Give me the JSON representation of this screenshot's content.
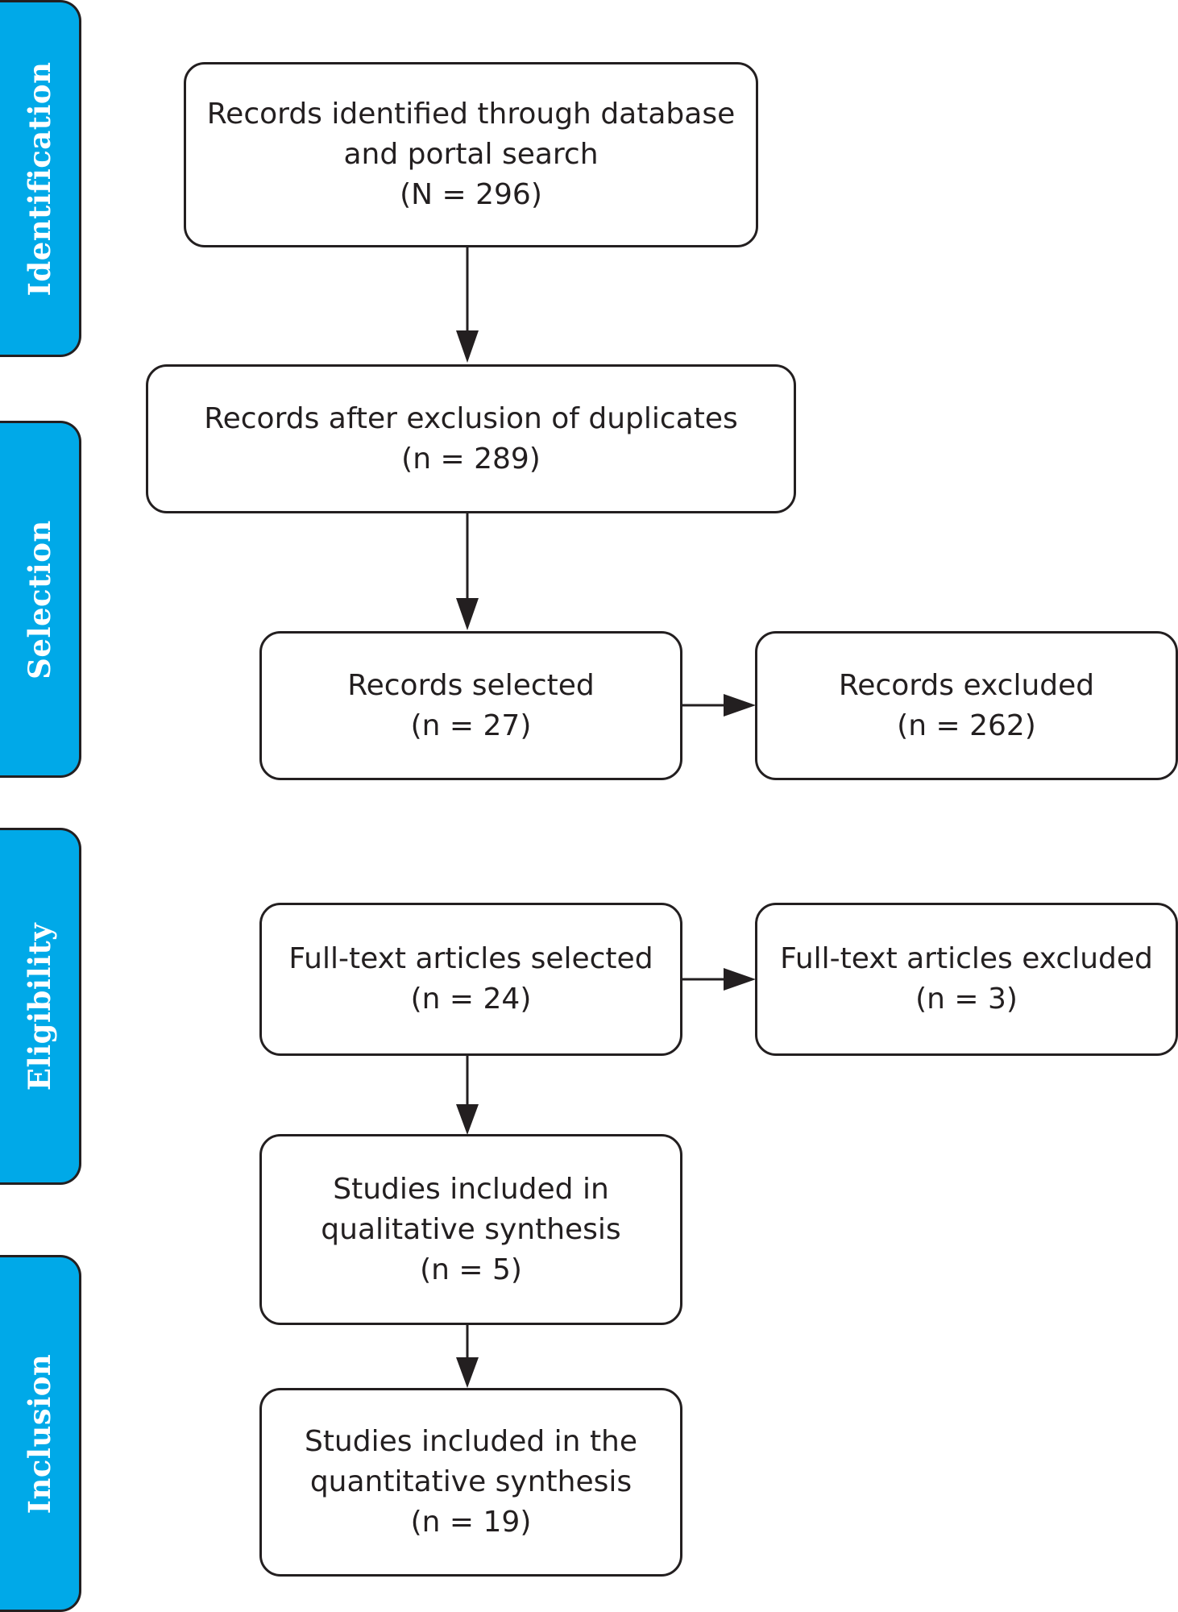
{
  "stages": {
    "identification": "Identification",
    "selection": "Selection",
    "eligibility": "Eligibility",
    "inclusion": "Inclusion"
  },
  "boxes": {
    "identified": {
      "lines": [
        "Records identified through database",
        "and portal search",
        "(N = 296)"
      ]
    },
    "after_duplicates": {
      "lines": [
        "Records after exclusion of duplicates",
        "(n = 289)"
      ]
    },
    "selected": {
      "lines": [
        "Records selected",
        "(n = 27)"
      ]
    },
    "excluded": {
      "lines": [
        "Records excluded",
        "(n = 262)"
      ]
    },
    "fulltext_selected": {
      "lines": [
        "Full-text articles selected",
        "(n = 24)"
      ]
    },
    "fulltext_excluded": {
      "lines": [
        "Full-text articles excluded",
        "(n = 3)"
      ]
    },
    "qualitative": {
      "lines": [
        "Studies included in",
        "qualitative synthesis",
        "(n = 5)"
      ]
    },
    "quantitative": {
      "lines": [
        "Studies included in the",
        "quantitative synthesis",
        "(n = 19)"
      ]
    }
  },
  "colors": {
    "stage_fill": "#00a9e8",
    "stroke": "#231f20",
    "stage_text": "#ffffff"
  }
}
